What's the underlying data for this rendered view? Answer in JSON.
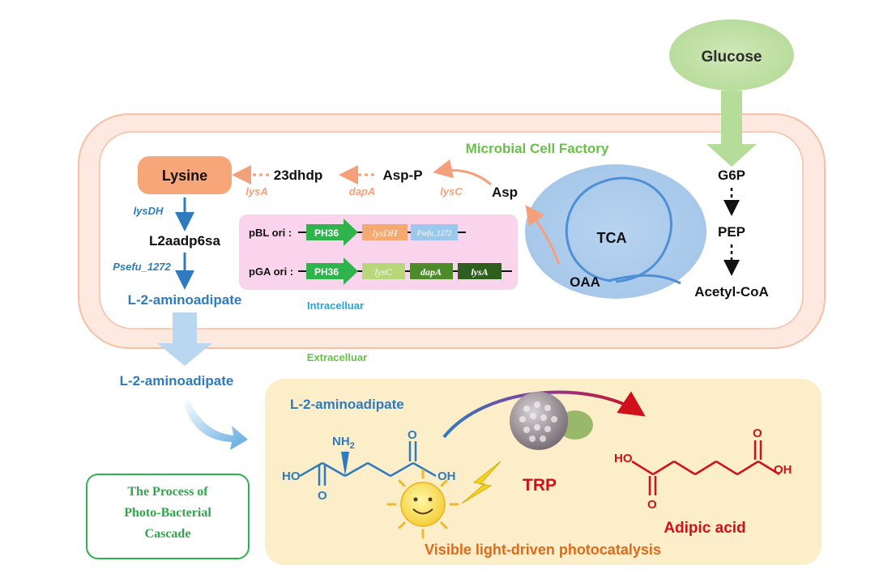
{
  "glucose": "Glucose",
  "cell": {
    "title": "Microbial Cell Factory",
    "intracellular": "Intracelluar",
    "extracellular": "Extracelluar"
  },
  "right_pathway": {
    "g6p": "G6P",
    "pep": "PEP",
    "acetyl": "Acetyl-CoA"
  },
  "tca": {
    "label": "TCA",
    "oaa": "OAA",
    "asp": "Asp"
  },
  "top_pathway": {
    "asp_p": "Asp-P",
    "dhdp": "23dhdp",
    "lysine": "Lysine",
    "lysC": "lysC",
    "dapA": "dapA",
    "lysA": "lysA"
  },
  "left_pathway": {
    "lysDH": "lysDH",
    "l2aadp6sa": "L2aadp6sa",
    "psefu": "Psefu_1272",
    "l2aa_inside": "L-2-aminoadipate",
    "l2aa_outside": "L-2-aminoadipate"
  },
  "plasmids": {
    "pbl_label": "pBL ori :",
    "pga_label": "pGA ori :",
    "promoter": "PH36",
    "pbl_genes": [
      "lysDH",
      "Psefu_1272"
    ],
    "pga_genes": [
      "lysC",
      "dapA",
      "lysA"
    ]
  },
  "cascade_box": {
    "title": "L-2-aminoadipate",
    "nh2": "NH",
    "nh2_sub": "2",
    "ho_left": "HO",
    "oh_mid": "OH",
    "o_left": "O",
    "o_mid": "O",
    "catalyst": "TRP",
    "product": "Adipic acid",
    "ho_right": "HO",
    "oh_right": "OH",
    "o_right1": "O",
    "o_right2": "O",
    "caption": "Visible light-driven photocatalysis"
  },
  "process_box": {
    "line1": "The Process of",
    "line2": "Photo-Bacterial",
    "line3": "Cascade"
  },
  "colors": {
    "orange": "#f4a07a",
    "blue": "#2f7bbf",
    "green_text": "#6abf4b",
    "red": "#d0101a",
    "caption_orange": "#e06a1b",
    "pink_box": "#f9d4ec",
    "yellow_box": "#fbeec9"
  }
}
